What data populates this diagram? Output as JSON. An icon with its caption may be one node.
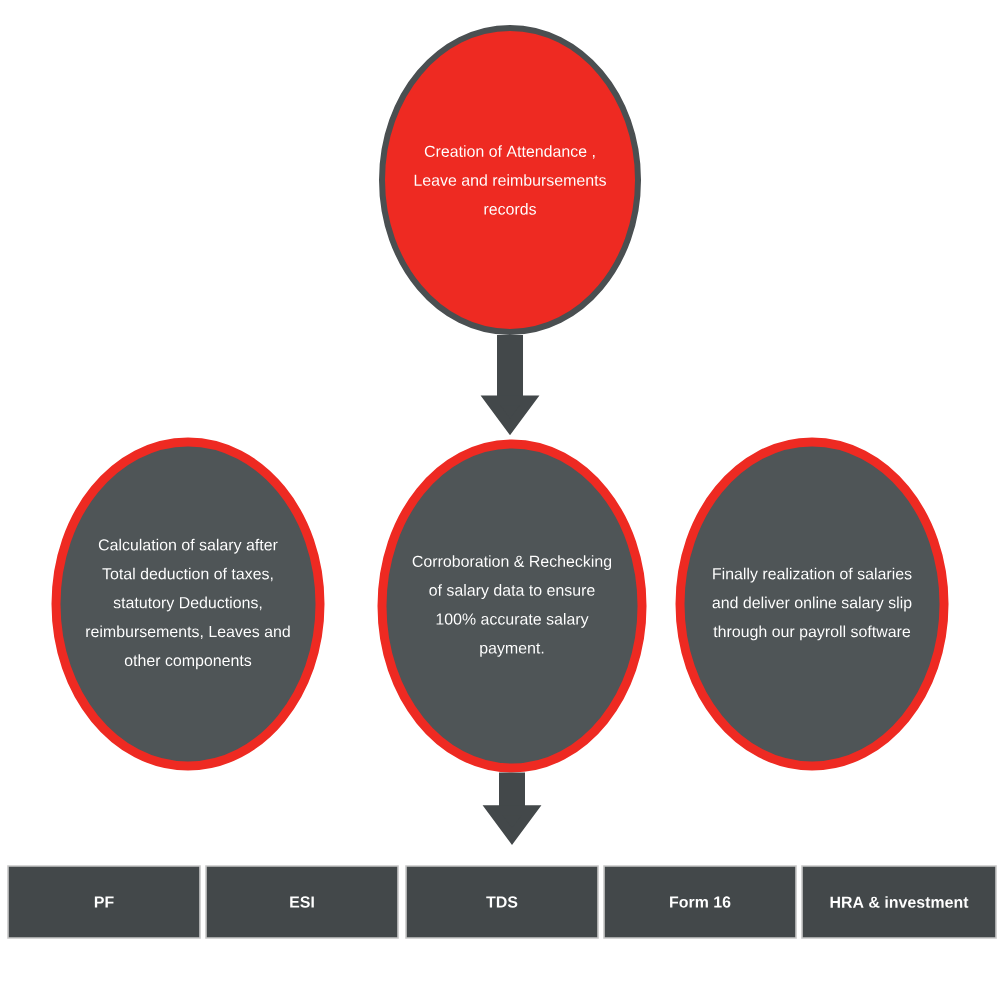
{
  "diagram": {
    "nodes": [
      {
        "text": [
          "Creation of Attendance , Leave and reimbursements records"
        ]
      },
      {
        "text": [
          "Calculation of salary after Total deduction of taxes, statutory Deductions, reimbursements, Leaves and other components"
        ]
      },
      {
        "text": [
          "Corroboration & Rechecking of salary data to ensure 100% accurate salary payment."
        ]
      },
      {
        "text": [
          "Finally realization of salaries and deliver online salary slip through our payroll software"
        ]
      },
      {
        "text": [
          "PF"
        ]
      },
      {
        "text": [
          "ESI"
        ]
      },
      {
        "text": [
          "TDS"
        ]
      },
      {
        "text": [
          "Form 16"
        ]
      },
      {
        "text": [
          "HRA & investment"
        ]
      }
    ],
    "edges": [
      {
        "from": 0,
        "to": 2,
        "arrow": "to"
      },
      {
        "from": 2,
        "to": 6,
        "arrow": "to"
      }
    ]
  }
}
